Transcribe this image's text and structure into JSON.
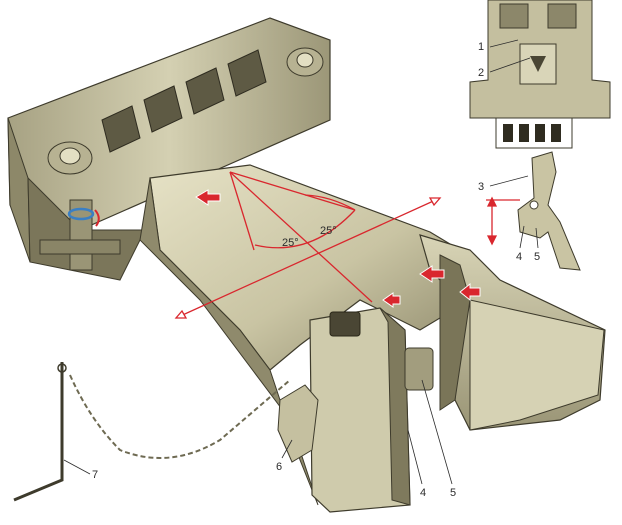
{
  "figure": {
    "angle_labels": [
      "25°",
      "25°"
    ],
    "callouts": [
      "1",
      "2",
      "3",
      "4",
      "5",
      "6",
      "7",
      "4",
      "5"
    ],
    "colors": {
      "metal_light": "#ddd9b9",
      "metal_mid": "#b9b493",
      "metal_dark": "#6f6a52",
      "metal_shadow": "#3e3b2c",
      "arrow_red": "#d9272e",
      "inset_bg": "#c9c4a3"
    },
    "icons": [
      "force-arrow-icon",
      "rotation-arc-icon",
      "bidirectional-arrow-icon",
      "chain-icon"
    ]
  }
}
